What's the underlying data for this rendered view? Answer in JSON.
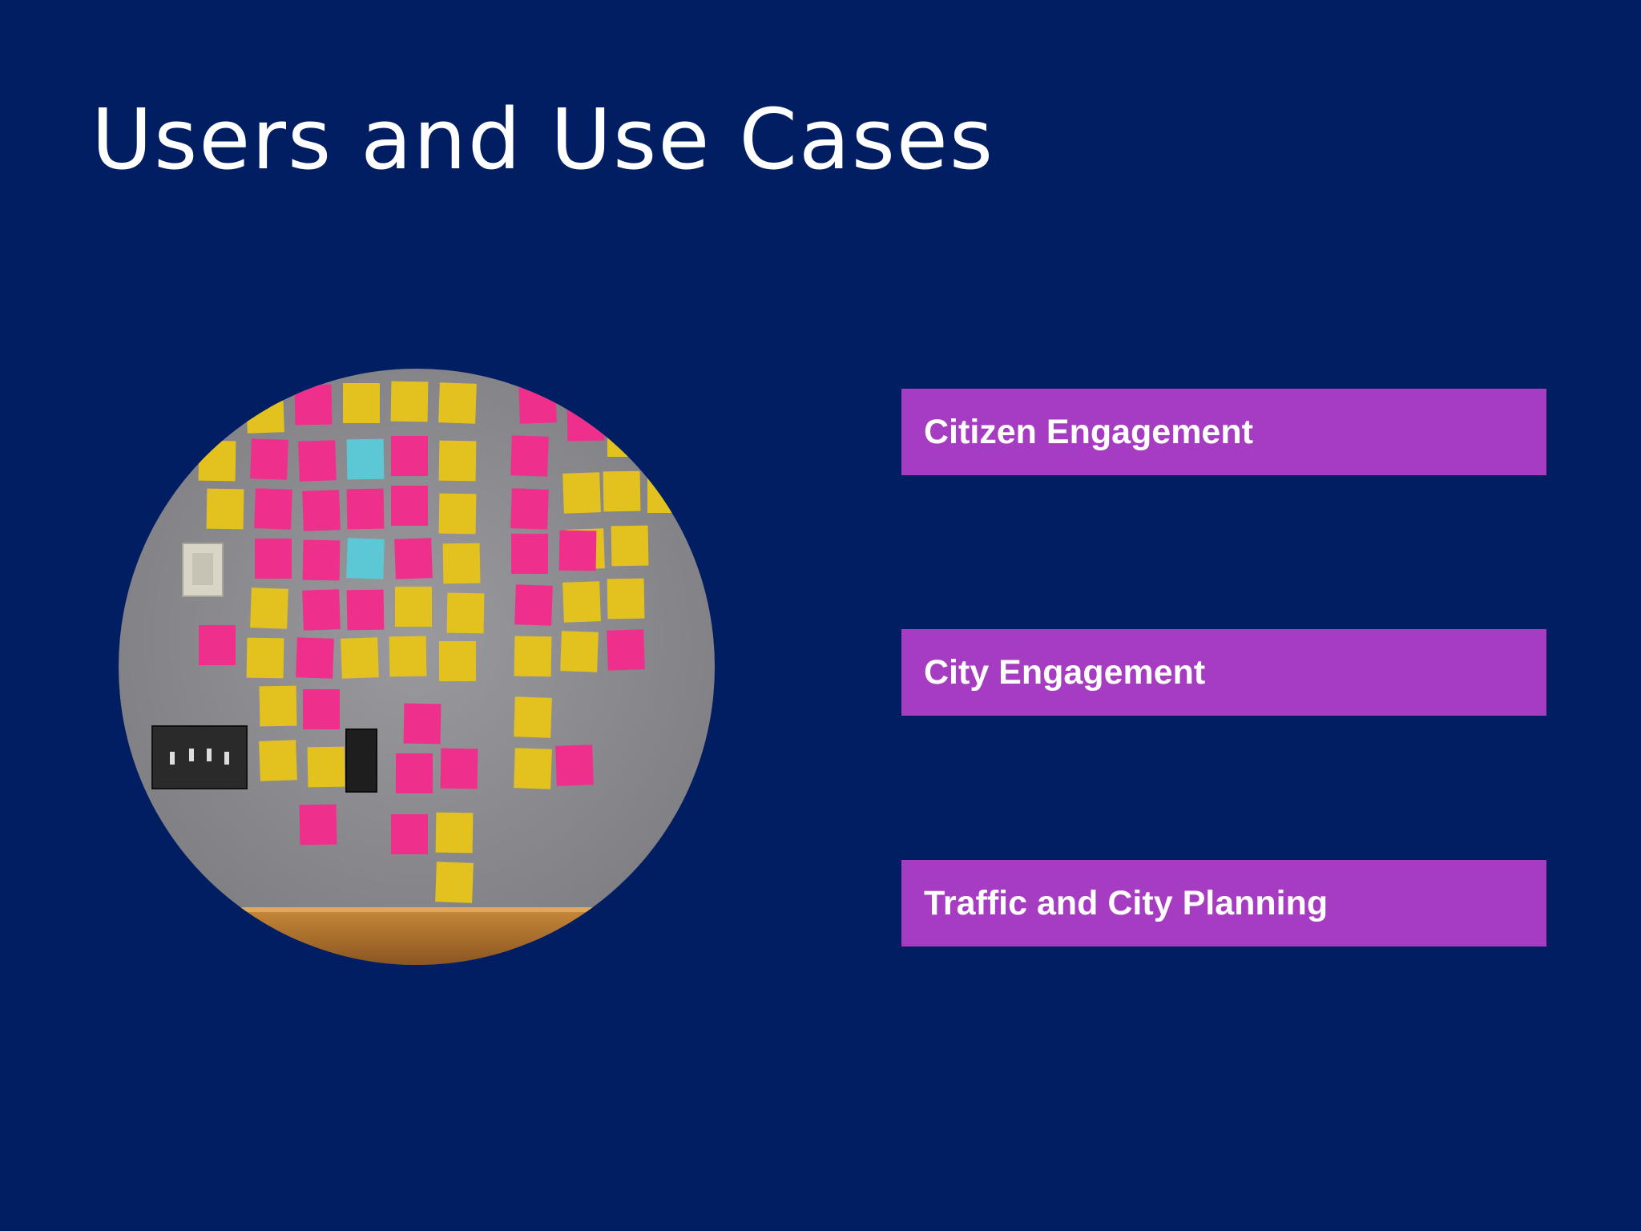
{
  "slide": {
    "title": "Users and Use Cases",
    "background_color": "#021e63"
  },
  "photo": {
    "description_icon": "sticky-notes-wall-photo",
    "shape": "circle"
  },
  "use_cases": [
    {
      "label": "Citizen Engagement"
    },
    {
      "label": "City Engagement"
    },
    {
      "label": "Traffic and City Planning"
    }
  ],
  "colors": {
    "use_case_box": "#a63cc1",
    "note_yellow": "#e3c21f",
    "note_pink": "#ef2f8c",
    "note_blue": "#5cc8d6",
    "wall": "#8c8c90"
  }
}
